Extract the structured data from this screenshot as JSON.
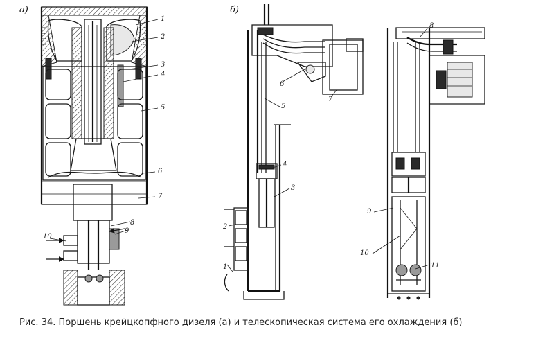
{
  "figure": {
    "caption": "Рис. 34. Поршень крейцкопфного дизеля (а) и телескопическая система его охлаждения (б)",
    "panel_a": {
      "label": "а)",
      "callouts": [
        "1",
        "2",
        "3",
        "4",
        "5",
        "6",
        "7",
        "8",
        "9",
        "10"
      ]
    },
    "panel_b": {
      "label": "б)",
      "callouts": [
        "1",
        "2",
        "3",
        "4",
        "5",
        "6",
        "7"
      ]
    },
    "panel_c": {
      "callouts": [
        "8",
        "9",
        "10",
        "11"
      ]
    }
  }
}
